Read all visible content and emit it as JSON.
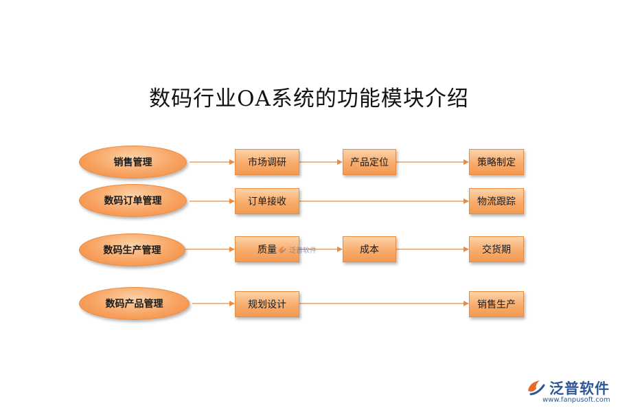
{
  "title": "数码行业OA系统的功能模块介绍",
  "rows": [
    {
      "module": "销售管理",
      "steps": [
        "市场调研",
        "产品定位",
        "策略制定"
      ]
    },
    {
      "module": "数码订单管理",
      "steps": [
        "订单接收",
        "物流跟踪"
      ]
    },
    {
      "module": "数码生产管理",
      "steps": [
        "质量",
        "成本",
        "交货期"
      ]
    },
    {
      "module": "数码产品管理",
      "steps": [
        "规划设计",
        "销售生产"
      ]
    }
  ],
  "watermark": {
    "text": "泛普软件"
  },
  "logo": {
    "text": "泛普软件",
    "url": "www.fanpusoft.com"
  },
  "colors": {
    "node_fill": "#f8a463",
    "node_border": "#e88b43",
    "arrow": "#ee8a3c",
    "logo": "#2c5795"
  }
}
